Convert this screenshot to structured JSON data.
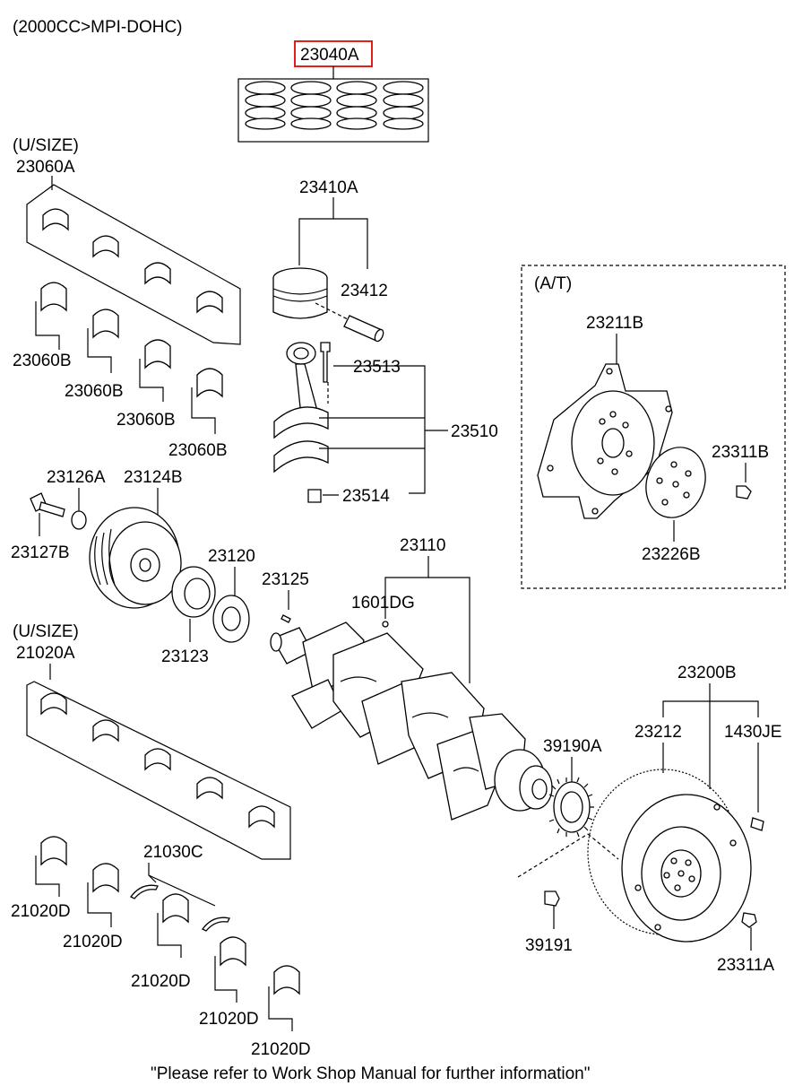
{
  "header": {
    "engine": "(2000CC>MPI-DOHC)"
  },
  "footer": {
    "note": "\"Please refer to Work Shop Manual for further information\""
  },
  "labels": {
    "p23040A": "23040A",
    "usize1": "(U/SIZE)",
    "p23060A": "23060A",
    "p23410A": "23410A",
    "p23412": "23412",
    "p23060B": "23060B",
    "p23513": "23513",
    "p23510": "23510",
    "p23514": "23514",
    "at": "(A/T)",
    "p23211B": "23211B",
    "p23311B": "23311B",
    "p23226B": "23226B",
    "p23126A": "23126A",
    "p23124B": "23124B",
    "p23127B": "23127B",
    "p23120": "23120",
    "p23125": "23125",
    "p23123": "23123",
    "p23110": "23110",
    "p1601DG": "1601DG",
    "usize2": "(U/SIZE)",
    "p21020A": "21020A",
    "p23200B": "23200B",
    "p23212": "23212",
    "p1430JE": "1430JE",
    "p39190A": "39190A",
    "p21030C": "21030C",
    "p21020D": "21020D",
    "p39191": "39191",
    "p23311A": "23311A"
  },
  "highlight": {
    "color": "#e0201b"
  }
}
